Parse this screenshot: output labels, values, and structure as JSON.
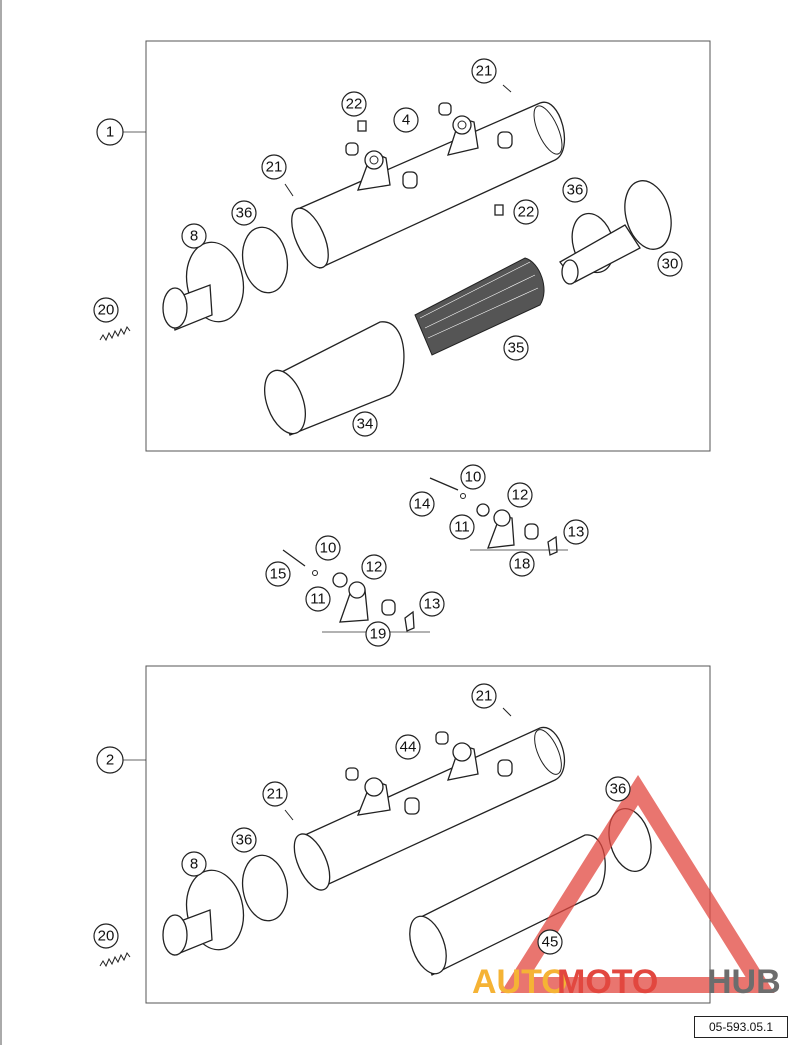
{
  "diagram": {
    "callouts": {
      "top_assembly": "1",
      "bottom_assembly": "2",
      "c21a": "21",
      "c22a": "22",
      "c4": "4",
      "c21b": "21",
      "c36a": "36",
      "c8a": "8",
      "c22b": "22",
      "c36b": "36",
      "c30": "30",
      "c20a": "20",
      "c35": "35",
      "c34": "34",
      "c14": "14",
      "c10a": "10",
      "c12a": "12",
      "c11a": "11",
      "c13a": "13",
      "c18": "18",
      "c15": "15",
      "c10b": "10",
      "c12b": "12",
      "c11b": "11",
      "c13b": "13",
      "c19": "19",
      "c21c": "21",
      "c44": "44",
      "c21d": "21",
      "c36c": "36",
      "c36d": "36",
      "c8b": "8",
      "c20b": "20",
      "c45": "45"
    },
    "reference_code": "05-593.05.1"
  },
  "watermark": {
    "part1": "AUTO",
    "part2": "MOTO",
    "part3": "HUB",
    "colors": {
      "auto": "#f5b335",
      "moto": "#e2473f",
      "hub": "#6d6d6d",
      "triangle": "#e2473f"
    }
  }
}
